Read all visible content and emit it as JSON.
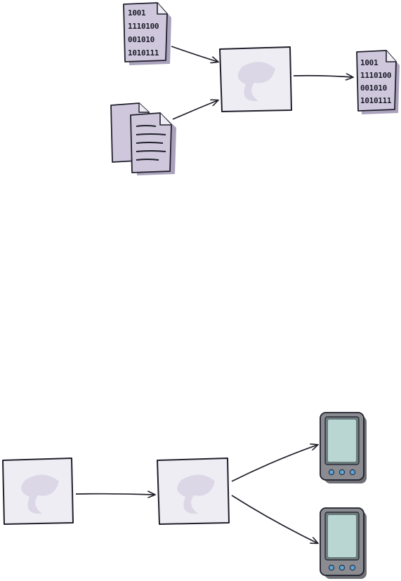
{
  "binary_file_lines": [
    "1001",
    "1110100",
    "001010",
    "1010111"
  ],
  "output_file_lines": [
    "1001",
    "1110100",
    "001010",
    "1010111"
  ],
  "colors": {
    "page": "#cfc8dc",
    "page_fold": "#aaa2bd",
    "box_fill": "#efedf4",
    "box_shadow": "#d9d5e4",
    "stroke": "#1f1f2b",
    "device_body": "#8b8c92",
    "device_screen": "#b9d6d3",
    "device_button": "#5aa3d6"
  },
  "icons": {
    "binary_file": "binary-file-icon",
    "source_docs": "source-documents-icon",
    "output_file": "output-binary-file-icon",
    "device": "handheld-device-icon"
  }
}
